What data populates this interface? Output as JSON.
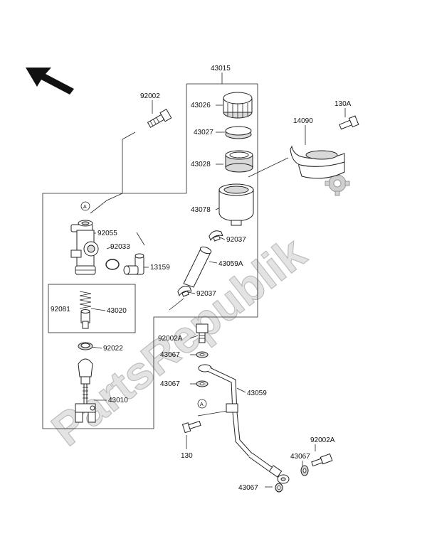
{
  "watermark": "PartsRepublik",
  "parts": {
    "p43015": "43015",
    "p92002": "92002",
    "p43026": "43026",
    "p43027": "43027",
    "p43028": "43028",
    "p14090": "14090",
    "p130A": "130A",
    "p43078": "43078",
    "p92055": "92055",
    "p92033": "92033",
    "p92037a": "92037",
    "p13159": "13159",
    "p43059A": "43059A",
    "p92037b": "92037",
    "p92081": "92081",
    "p43020": "43020",
    "p92022": "92022",
    "p92002A_a": "92002A",
    "p43067_a": "43067",
    "p43067_b": "43067",
    "p43059": "43059",
    "p43010": "43010",
    "p130": "130",
    "p92002A_b": "92002A",
    "p43067_c": "43067",
    "p43067_d": "43067"
  },
  "markers": {
    "refA_top": "A",
    "refA_bottom": "A"
  },
  "icons": {
    "direction": "front-arrow-icon",
    "gear": "gear-icon"
  }
}
